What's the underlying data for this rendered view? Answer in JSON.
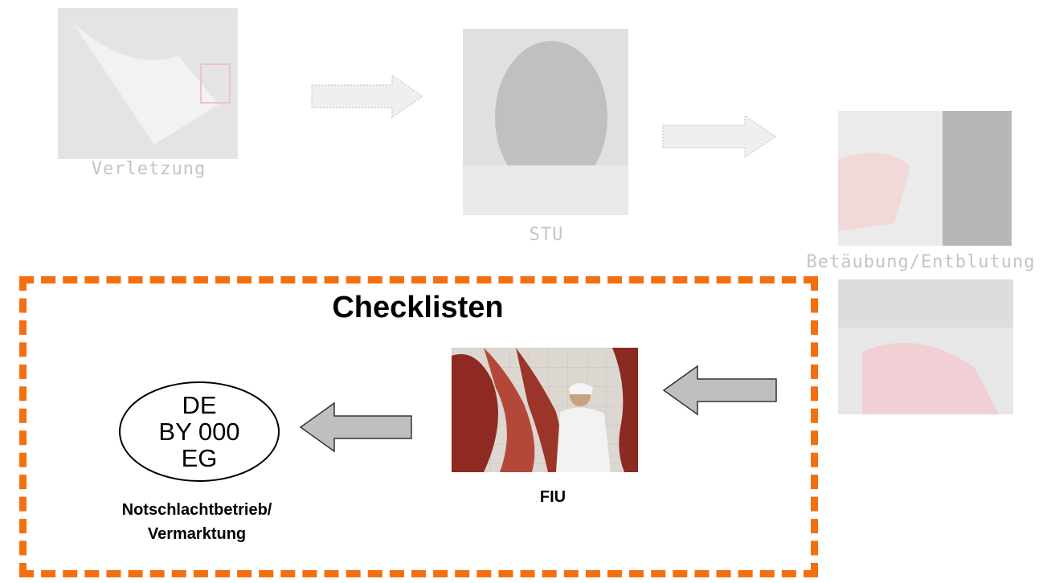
{
  "top_row": {
    "step1_label": "Verletzung",
    "step2_label": "STU",
    "step3_label": "Betäubung/Entblutung"
  },
  "checklist": {
    "title": "Checklisten",
    "stamp": {
      "line1": "DE",
      "line2": "BY 000",
      "line3": "EG"
    },
    "left_label_line1": "Notschlachtbetrieb/",
    "left_label_line2": "Vermarktung",
    "center_label": "FIU"
  },
  "colors": {
    "dash_border": "#f36f10",
    "arrow_fill": "#bfbfbf",
    "faded_text": "#c4c4c4"
  }
}
